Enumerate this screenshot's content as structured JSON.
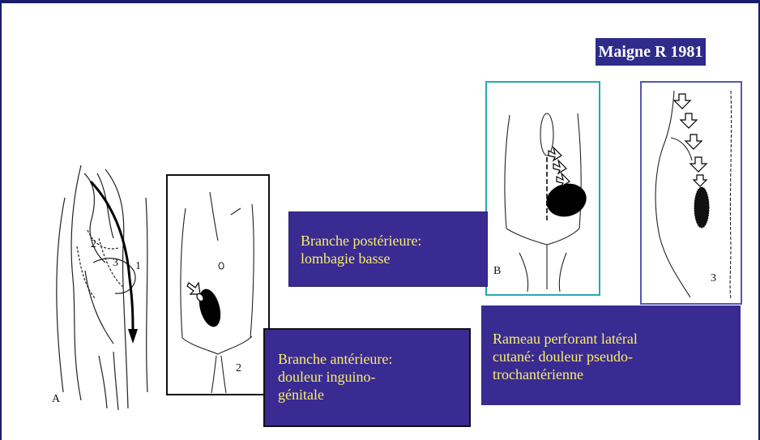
{
  "reference": "Maigne R 1981",
  "figure_labels": {
    "A": "A",
    "B": "B",
    "two": "2",
    "three": "3",
    "path_1": "1",
    "path_2": "2",
    "path_3": "3"
  },
  "boxes": {
    "posterior": "Branche postérieure:\nlombagie basse",
    "anterior": "Branche antérieure:\ndouleur inguino-\ngénitale",
    "lateral": "Rameau perforant latéral\ncutané: douleur pseudo-\ntrochantérienne"
  },
  "colors": {
    "box_fill": "#3a2b93",
    "box_text": "#f7ef6a",
    "frame": "#1a1d6b",
    "panel_b_border": "#2aa8b0",
    "panel_3_border": "#5458b0"
  }
}
